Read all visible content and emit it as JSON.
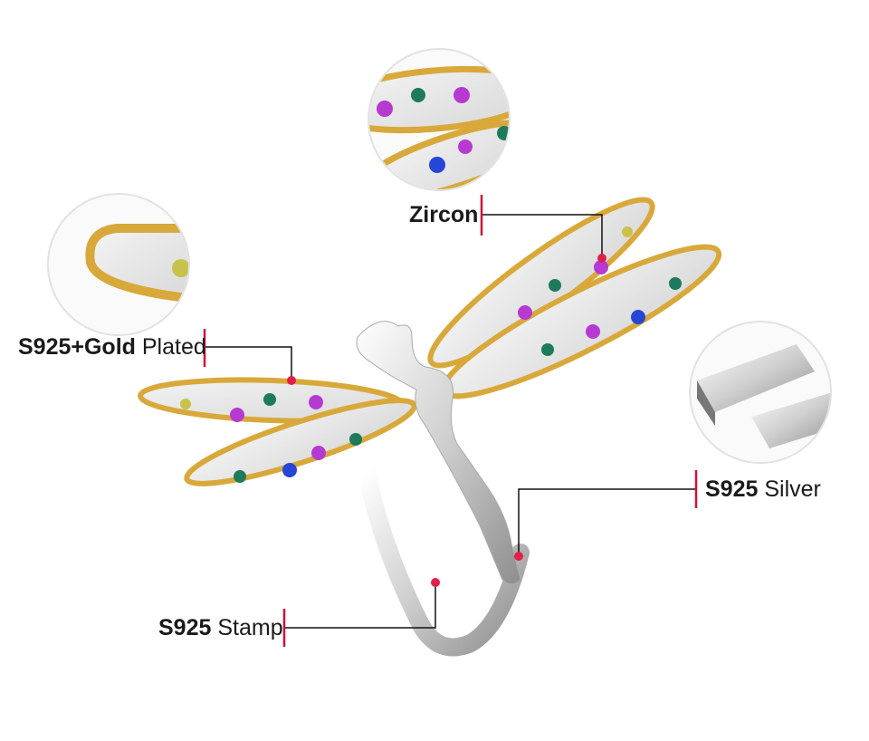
{
  "labels": {
    "zircon": {
      "bold": "Zircon",
      "normal": ""
    },
    "gold": {
      "bold": "S925+Gold",
      "normal": "Plated"
    },
    "silver": {
      "bold": "S925",
      "normal": "Silver"
    },
    "stamp": {
      "bold": "S925",
      "normal": "Stamp"
    }
  },
  "colors": {
    "callout_line": "#111111",
    "callout_tick": "#d0103a",
    "callout_dot": "#e0204a",
    "gold": "#d8a93a",
    "silver": "#d9d9d9",
    "circle_border": "#e2e2e2"
  },
  "icons": [
    "dragonfly-ring-illustration",
    "zircon-detail-circle",
    "gold-plating-detail-circle",
    "silver-bar-detail-circle"
  ]
}
